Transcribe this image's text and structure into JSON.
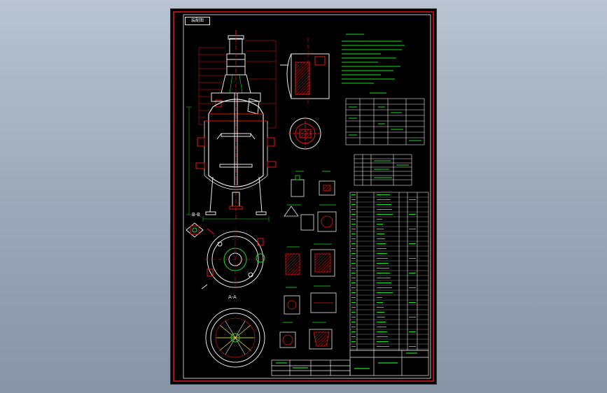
{
  "drawing": {
    "sheet_label": "装配图",
    "section_bb": "B-B",
    "section_aa": "A-A",
    "colors": {
      "background": "#000000",
      "frame": "#e11919",
      "outline": "#ffffff",
      "annotation": "#19e11e",
      "accent": "#e11919"
    }
  }
}
